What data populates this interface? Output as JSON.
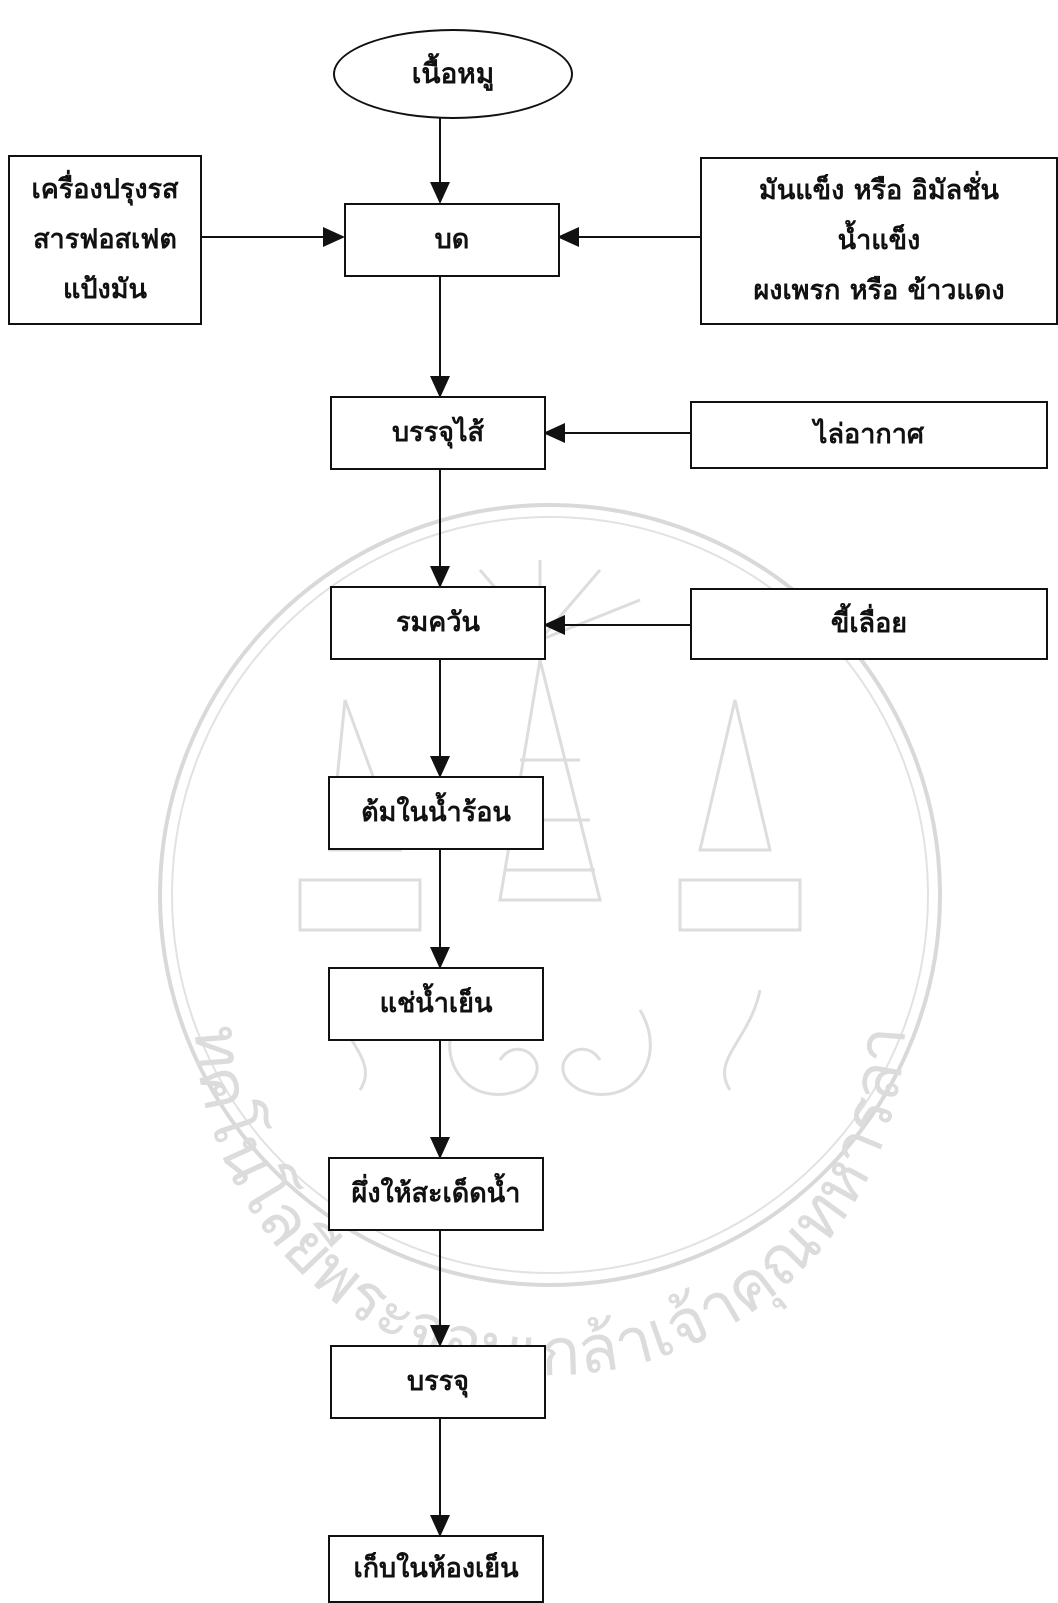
{
  "start": {
    "label": "เนื้อหมู"
  },
  "inputs_left": {
    "lines": [
      "เครื่องปรุงรส",
      "สารฟอสเฟต",
      "แป้งมัน"
    ]
  },
  "inputs_right": {
    "lines": [
      "มันแข็ง หรือ อิมัลชั่น",
      "น้ำแข็ง",
      "ผงเพรก หรือ ข้าวแดง"
    ]
  },
  "steps": [
    {
      "label": "บด"
    },
    {
      "label": "บรรจุไส้"
    },
    {
      "label": "รมควัน"
    },
    {
      "label": "ต้มในน้ำร้อน"
    },
    {
      "label": "แช่น้ำเย็น"
    },
    {
      "label": "ผึ่งให้สะเด็ดน้ำ"
    },
    {
      "label": "บรรจุ"
    },
    {
      "label": "เก็บในห้องเย็น"
    }
  ],
  "side_inputs": {
    "stuffing": "ไล่อากาศ",
    "smoking": "ขี้เลื่อย"
  },
  "watermark": {
    "text": "สถาบันเทคโนโลยีพระจอมเกล้าเจ้าคุณทหารลาดกระบัง"
  },
  "colors": {
    "line": "#111111",
    "watermark": "#d9d9d9"
  }
}
